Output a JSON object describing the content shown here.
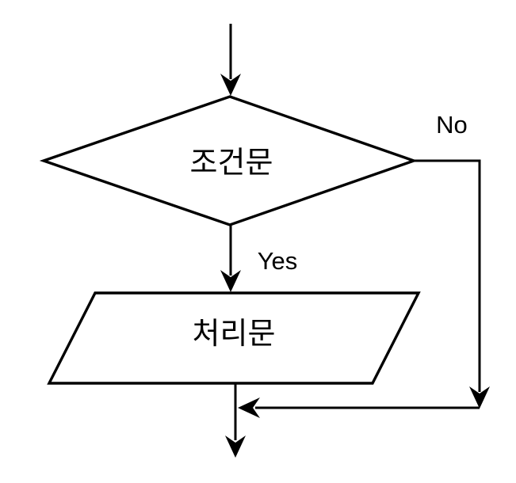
{
  "colors": {
    "ink": "#000000",
    "background": "#ffffff"
  },
  "flowchart": {
    "decision": {
      "label": "조건문",
      "shape": "diamond"
    },
    "process": {
      "label": "처리문",
      "shape": "parallelogram"
    },
    "branch_yes": {
      "label": "Yes"
    },
    "branch_no": {
      "label": "No"
    }
  }
}
